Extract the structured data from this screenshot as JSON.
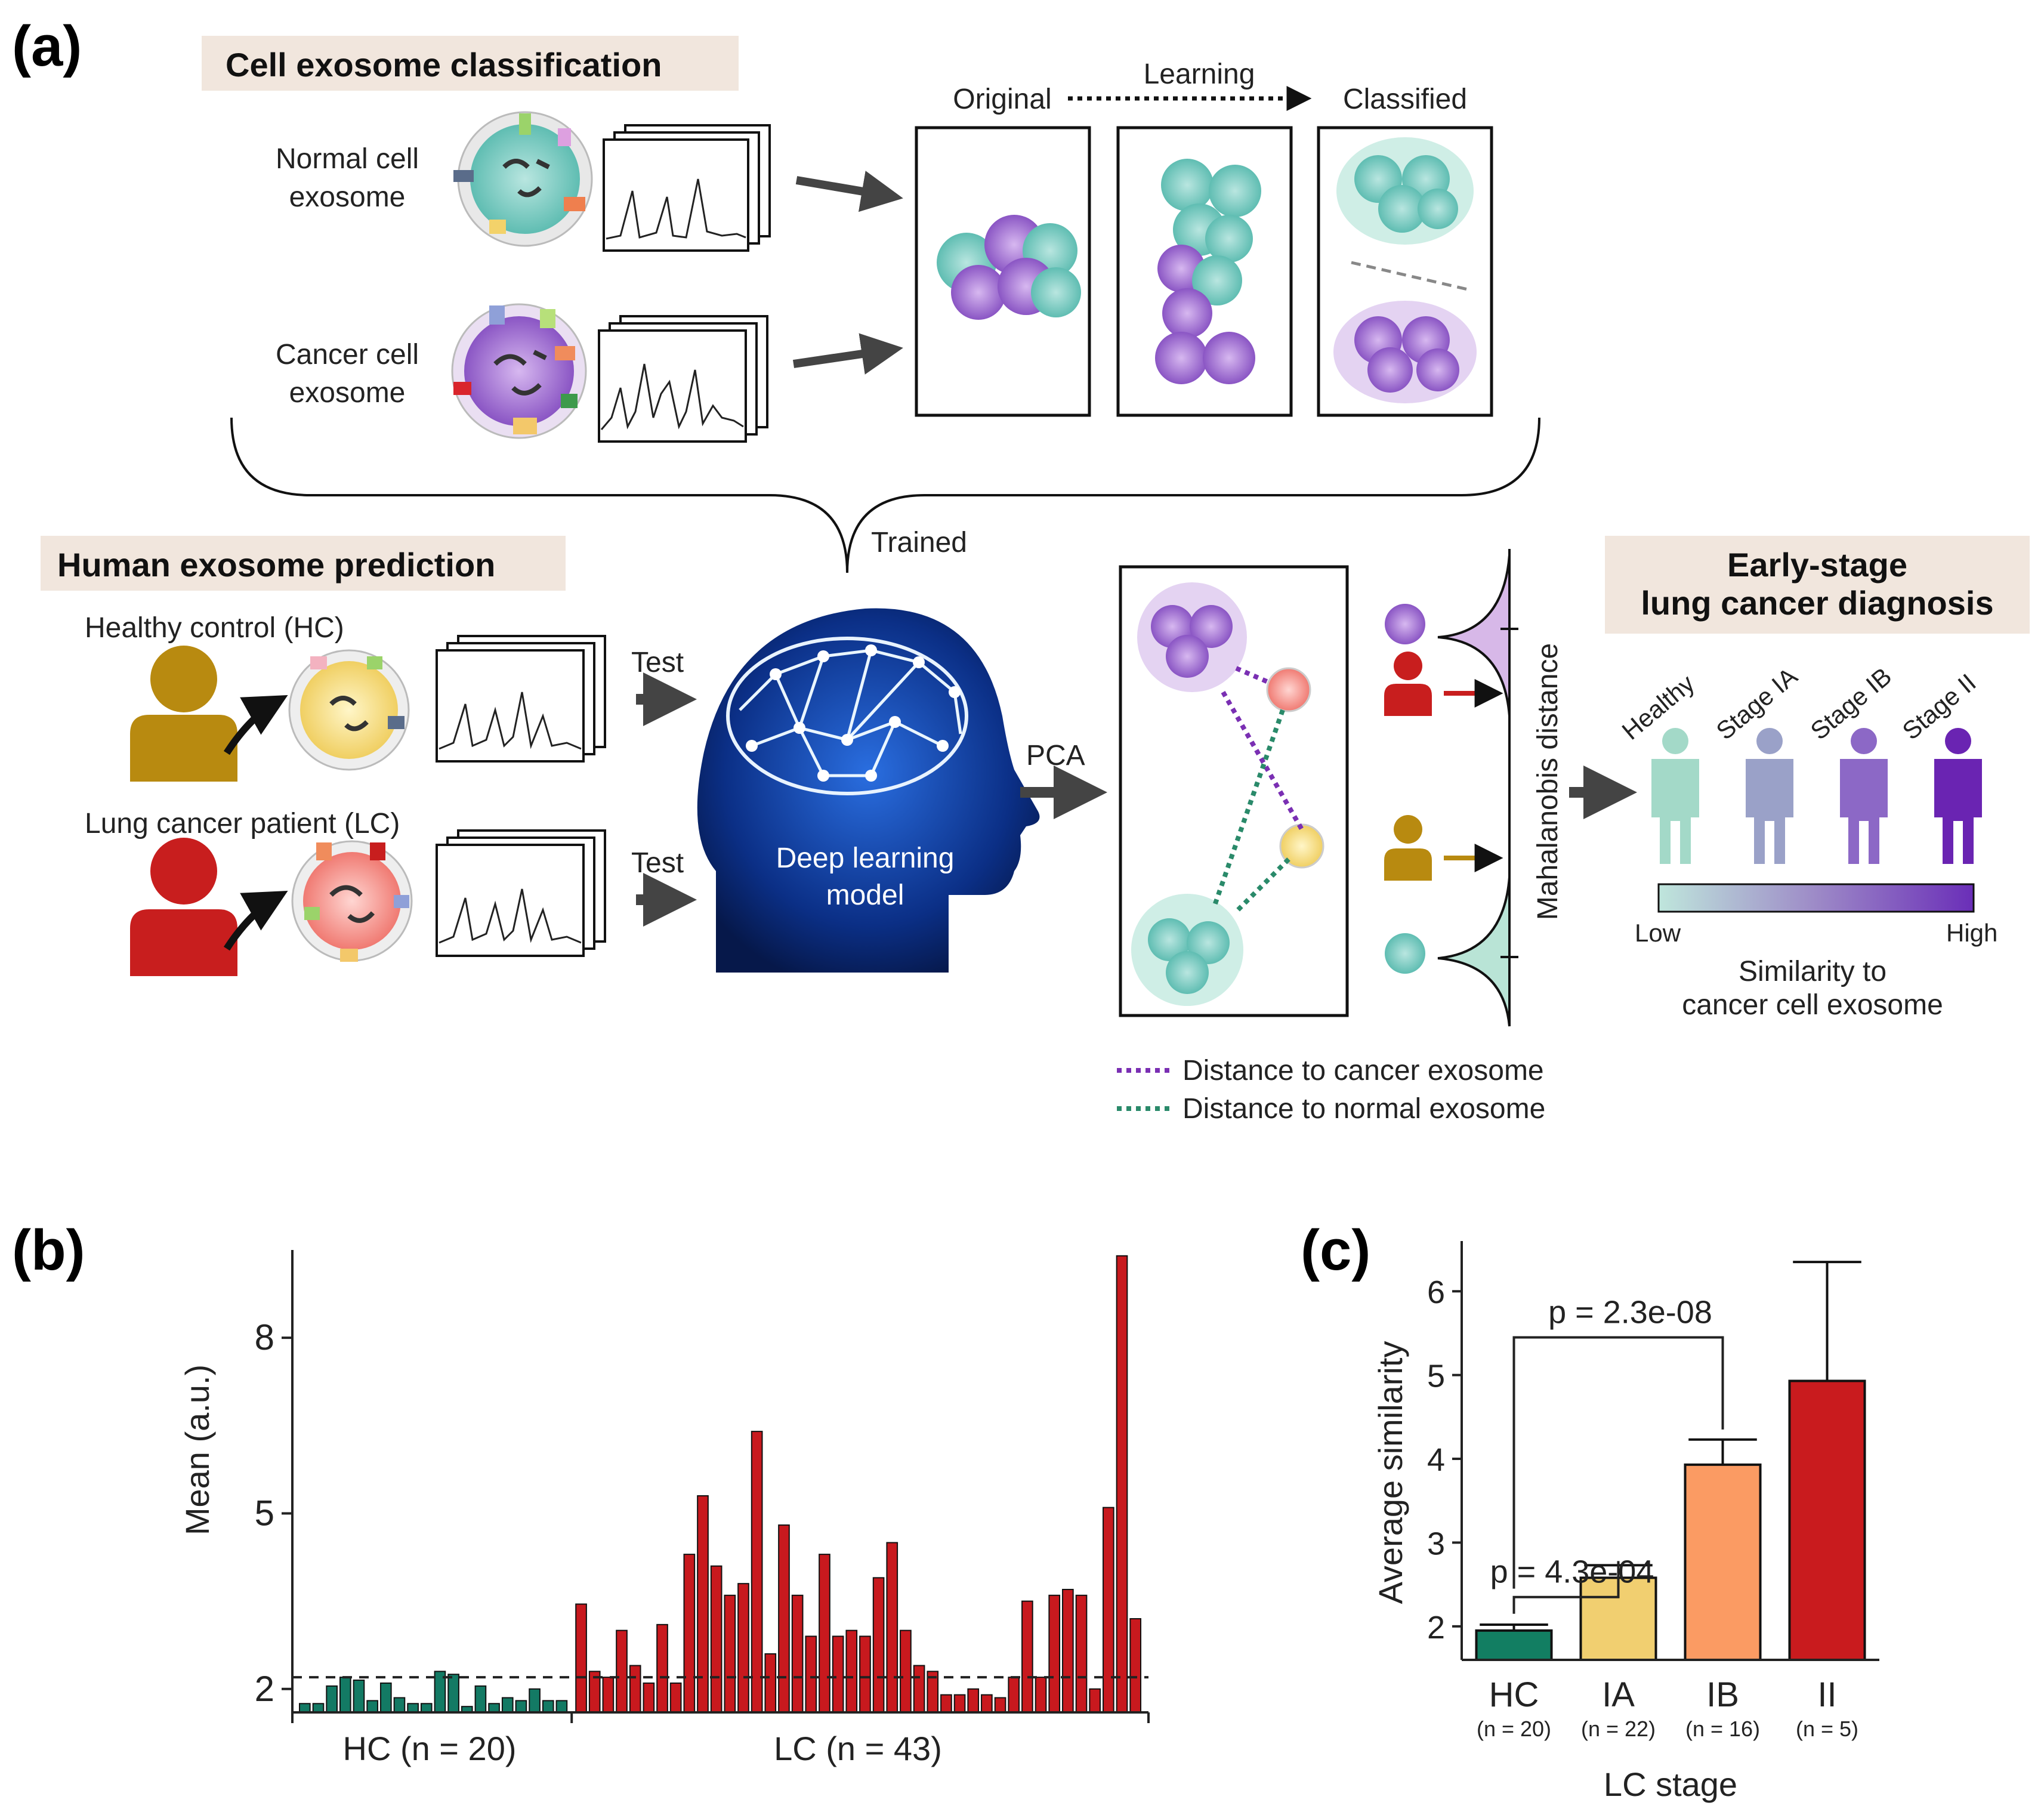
{
  "panel_a": {
    "label": "(a)",
    "cell_classification_title": "Cell exosome classification",
    "normal_cell_label_1": "Normal cell",
    "normal_cell_label_2": "exosome",
    "cancer_cell_label_1": "Cancer cell",
    "cancer_cell_label_2": "exosome",
    "original_label": "Original",
    "learning_label": "Learning",
    "classified_label": "Classified",
    "trained_label": "Trained",
    "human_prediction_title": "Human exosome prediction",
    "hc_label": "Healthy control (HC)",
    "lc_label": "Lung cancer patient (LC)",
    "test_label": "Test",
    "model_label_1": "Deep learning",
    "model_label_2": "model",
    "pca_label": "PCA",
    "mahalanobis_label": "Mahalanobis distance",
    "legend_cancer": "Distance to cancer exosome",
    "legend_normal": "Distance to normal exosome",
    "diagnosis_title_1": "Early-stage",
    "diagnosis_title_2": "lung cancer diagnosis",
    "stage_labels": [
      "Healthy",
      "Stage IA",
      "Stage IB",
      "Stage II"
    ],
    "gradient_low": "Low",
    "gradient_high": "High",
    "similarity_label_1": "Similarity to",
    "similarity_label_2": "cancer cell exosome",
    "colors": {
      "normal": "#6cc5bb",
      "cancer": "#8a55c4",
      "hc_person": "#b88a10",
      "lc_person": "#c81e1e",
      "header_bg": "#f1e6dd"
    }
  },
  "panel_b": {
    "label": "(b)",
    "ylabel": "Mean (a.u.)",
    "yticks": [
      "2",
      "5",
      "8"
    ],
    "hc_group_label": "HC (n = 20)",
    "lc_group_label": "LC (n = 43)"
  },
  "panel_c": {
    "label": "(c)",
    "ylabel": "Average similarity",
    "xlabel": "LC stage",
    "yticks": [
      "2",
      "3",
      "4",
      "5",
      "6"
    ],
    "categories": [
      "HC",
      "IA",
      "IB",
      "II"
    ],
    "n_labels": [
      "(n = 20)",
      "(n = 22)",
      "(n = 16)",
      "(n = 5)"
    ],
    "p_value_1": "p = 4.3e-04",
    "p_value_2": "p = 2.3e-08"
  },
  "chart_data": [
    {
      "type": "bar",
      "panel": "b",
      "ylabel": "Mean (a.u.)",
      "ylim": [
        1.6,
        9.5
      ],
      "threshold": 2.2,
      "groups": [
        {
          "name": "HC (n = 20)",
          "color": "#137a64",
          "values": [
            1.75,
            1.75,
            2.05,
            2.2,
            2.15,
            1.8,
            2.1,
            1.85,
            1.75,
            1.75,
            2.3,
            2.25,
            1.7,
            2.05,
            1.75,
            1.85,
            1.8,
            2.0,
            1.8,
            1.8
          ]
        },
        {
          "name": "LC (n = 43)",
          "color": "#c8191e",
          "values": [
            3.45,
            2.3,
            2.2,
            3.0,
            2.4,
            2.1,
            3.1,
            2.1,
            4.3,
            5.3,
            4.1,
            3.6,
            3.8,
            6.4,
            2.6,
            4.8,
            3.6,
            2.9,
            4.3,
            2.9,
            3.0,
            2.9,
            3.9,
            4.5,
            3.0,
            2.4,
            2.3,
            1.9,
            1.9,
            2.0,
            1.9,
            1.85,
            2.2,
            3.5,
            2.2,
            3.6,
            3.7,
            3.6,
            2.0,
            5.1,
            9.4,
            3.2
          ]
        }
      ]
    },
    {
      "type": "bar",
      "panel": "c",
      "categories": [
        "HC",
        "IA",
        "IB",
        "II"
      ],
      "values": [
        1.95,
        2.58,
        3.93,
        4.93
      ],
      "errors": [
        0.07,
        0.15,
        0.3,
        1.42
      ],
      "colors": [
        "#127e62",
        "#f1cf70",
        "#fb9b63",
        "#c91b1e"
      ],
      "ylabel": "Average similarity",
      "xlabel": "LC stage",
      "ylim": [
        1.6,
        6.6
      ],
      "annotations": [
        "p = 4.3e-04",
        "p = 2.3e-08"
      ]
    }
  ]
}
